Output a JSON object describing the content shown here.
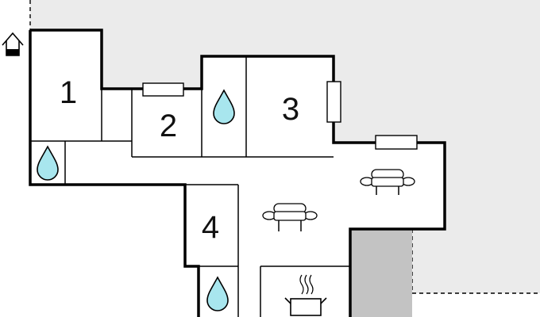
{
  "rooms": [
    {
      "label": "1"
    },
    {
      "label": "2"
    },
    {
      "label": "3"
    },
    {
      "label": "4"
    }
  ],
  "icons": {
    "entrance": "house-entrance-icon",
    "bathroom": "water-drop-icon",
    "living": "sofa-icon",
    "kitchen": "cooking-pot-icon",
    "window": "window-icon"
  },
  "colors": {
    "background": "#ffffff",
    "outdoor_area": "#ebebeb",
    "shaded_area": "#c3c3c3",
    "water_drop": "#a8e6ee",
    "wall": "#000000"
  }
}
